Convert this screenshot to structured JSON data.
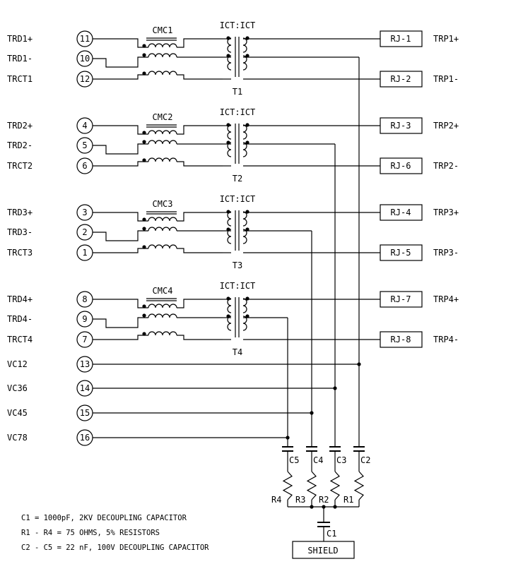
{
  "channels": [
    {
      "p": "TRD1+",
      "n": "TRD1-",
      "ct": "TRCT1",
      "pp": "11",
      "pn": "10",
      "pct": "12",
      "cmc": "CMC1",
      "ict": "ICT:ICT",
      "t": "T1",
      "rjp": "RJ-1",
      "rjn": "RJ-2",
      "op": "TRP1+",
      "on": "TRP1-"
    },
    {
      "p": "TRD2+",
      "n": "TRD2-",
      "ct": "TRCT2",
      "pp": "4",
      "pn": "5",
      "pct": "6",
      "cmc": "CMC2",
      "ict": "ICT:ICT",
      "t": "T2",
      "rjp": "RJ-3",
      "rjn": "RJ-6",
      "op": "TRP2+",
      "on": "TRP2-"
    },
    {
      "p": "TRD3+",
      "n": "TRD3-",
      "ct": "TRCT3",
      "pp": "3",
      "pn": "2",
      "pct": "1",
      "cmc": "CMC3",
      "ict": "ICT:ICT",
      "t": "T3",
      "rjp": "RJ-4",
      "rjn": "RJ-5",
      "op": "TRP3+",
      "on": "TRP3-"
    },
    {
      "p": "TRD4+",
      "n": "TRD4-",
      "ct": "TRCT4",
      "pp": "8",
      "pn": "9",
      "pct": "7",
      "cmc": "CMC4",
      "ict": "ICT:ICT",
      "t": "T4",
      "rjp": "RJ-7",
      "rjn": "RJ-8",
      "op": "TRP4+",
      "on": "TRP4-"
    }
  ],
  "vc": [
    {
      "label": "VC12",
      "pin": "13"
    },
    {
      "label": "VC36",
      "pin": "14"
    },
    {
      "label": "VC45",
      "pin": "15"
    },
    {
      "label": "VC78",
      "pin": "16"
    }
  ],
  "caps": [
    "C5",
    "C4",
    "C3",
    "C2"
  ],
  "res": [
    "R4",
    "R3",
    "R2",
    "R1"
  ],
  "c1": "C1",
  "shield": "SHIELD",
  "notes": [
    "C1 = 1000pF, 2KV DECOUPLING CAPACITOR",
    "R1 - R4 = 75 OHMS, 5% RESISTORS",
    "C2 - C5 = 22 nF, 100V DECOUPLING CAPACITOR"
  ]
}
